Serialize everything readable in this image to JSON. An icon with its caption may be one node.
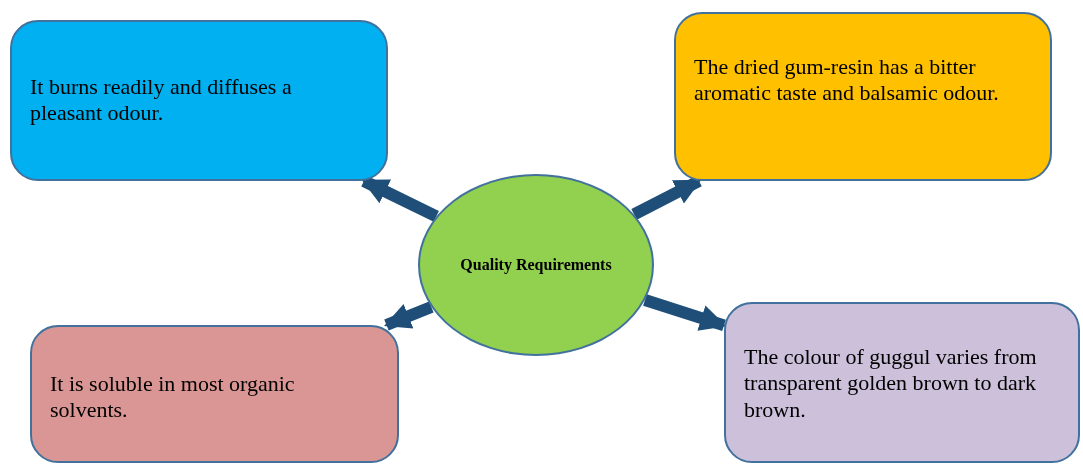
{
  "diagram": {
    "nodes": [
      {
        "text": [
          "It burns readily and diffuses a pleasant odour."
        ]
      },
      {
        "text": [
          "The dried gum-resin has a bitter aromatic taste and balsamic odour."
        ]
      },
      {
        "text": [
          "Quality Requirements"
        ]
      },
      {
        "text": [
          "It is soluble in most organic solvents."
        ]
      },
      {
        "text": [
          "The colour of guggul varies from transparent golden brown to dark brown."
        ]
      }
    ],
    "edges": [
      {
        "from": 2,
        "to": 0,
        "arrow": "to"
      },
      {
        "from": 2,
        "to": 1,
        "arrow": "to"
      },
      {
        "from": 2,
        "to": 3,
        "arrow": "to"
      },
      {
        "from": 2,
        "to": 4,
        "arrow": "to"
      }
    ]
  }
}
